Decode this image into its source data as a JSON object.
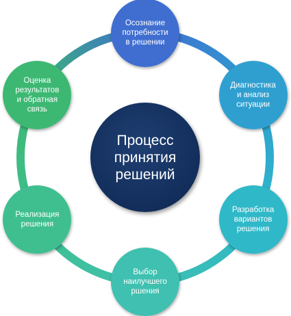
{
  "center": {
    "label": "Процесс\nпринятия\nрешений",
    "color": "#16315f"
  },
  "nodes": [
    {
      "id": "awareness",
      "label": "Осознание\nпотребности\nв решении",
      "color": "#3f6ed0"
    },
    {
      "id": "diagnostics",
      "label": "Диагностика\nи анализ\nситуации",
      "color": "#2f9fd0"
    },
    {
      "id": "development",
      "label": "Разработка\nвариантов\nрешения",
      "color": "#2fb8c8"
    },
    {
      "id": "selection",
      "label": "Выбор\nнаилучшего\nршения",
      "color": "#3fc0b0"
    },
    {
      "id": "implementation",
      "label": "Реализация\nрешения",
      "color": "#3fbf8f"
    },
    {
      "id": "evaluation",
      "label": "Оценка\nрезультатов\nи обратная\nсвязь",
      "color": "#3cb873"
    }
  ],
  "ring": {
    "colors": [
      "#3f6ed0",
      "#2f9fd0",
      "#2fb8c8",
      "#3fc0b0",
      "#3fbf8f",
      "#3cb873"
    ]
  }
}
